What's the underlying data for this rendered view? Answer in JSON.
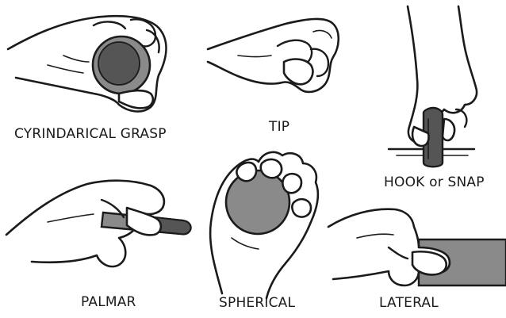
{
  "grasps": [
    {
      "id": "cylindrical",
      "label": "CYRINDARICAL GRASP",
      "object": "cylinder"
    },
    {
      "id": "tip",
      "label": "TIP",
      "object": "none"
    },
    {
      "id": "hook",
      "label": "HOOK or SNAP",
      "object": "rod"
    },
    {
      "id": "palmar",
      "label": "PALMAR",
      "object": "pen"
    },
    {
      "id": "spherical",
      "label": "SPHERICAL",
      "object": "ball"
    },
    {
      "id": "lateral",
      "label": "LATERAL",
      "object": "card"
    }
  ],
  "colors": {
    "outline": "#1b1b1b",
    "object_fill": "#8a8a8a",
    "object_dark": "#555555",
    "background": "#ffffff"
  }
}
